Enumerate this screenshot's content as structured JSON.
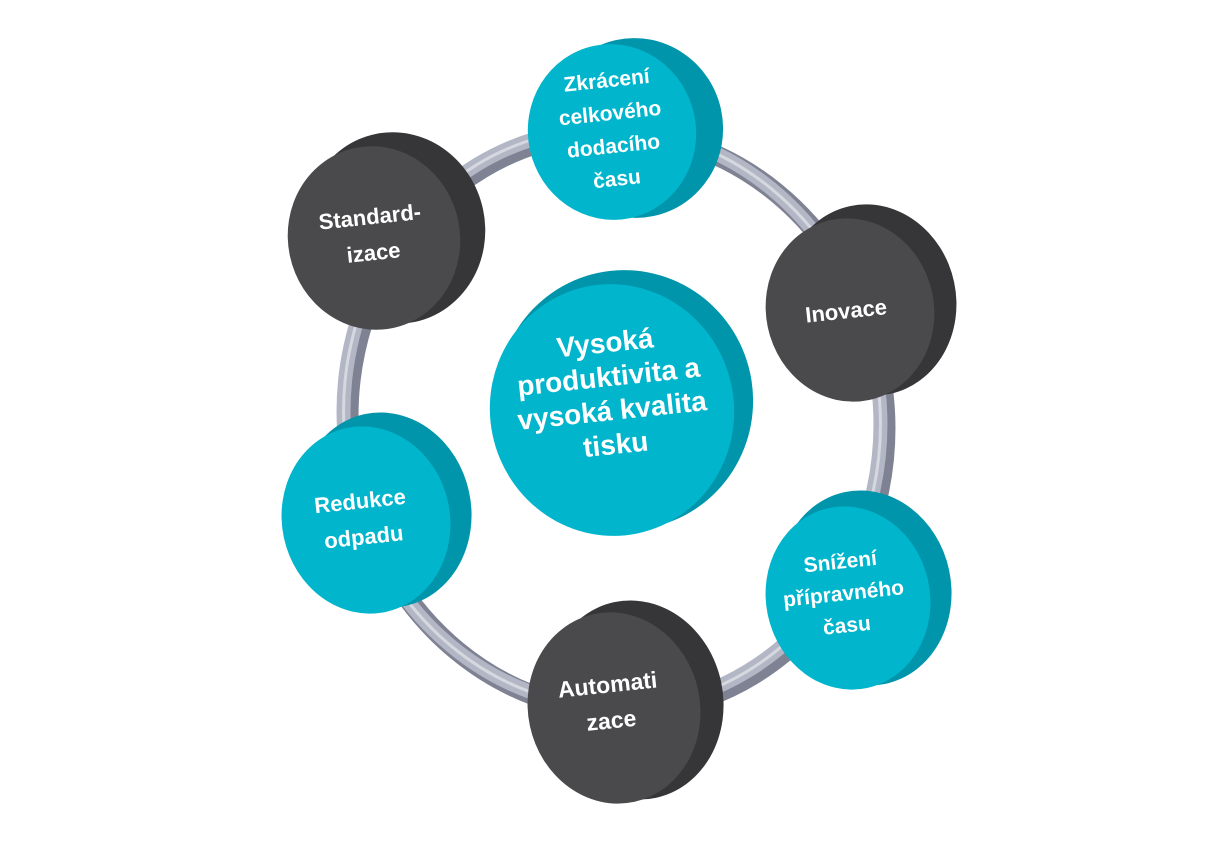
{
  "diagram": {
    "center_label": [
      "Vysoká",
      "produktivita a",
      "vysoká kvalita",
      "tisku"
    ],
    "nodes": [
      {
        "id": "zkraceni",
        "lines": [
          "Zkrácení",
          "celkového",
          "dodacího",
          "času"
        ],
        "color": "#00b5cc"
      },
      {
        "id": "inovace",
        "lines": [
          "Inovace"
        ],
        "color": "#4a4a4c"
      },
      {
        "id": "snizeni",
        "lines": [
          "Snížení",
          "přípravného",
          "času"
        ],
        "color": "#00b5cc"
      },
      {
        "id": "automatizace",
        "lines": [
          "Automati",
          "zace"
        ],
        "color": "#4a4a4c"
      },
      {
        "id": "redukce",
        "lines": [
          "Redukce",
          "odpadu"
        ],
        "color": "#00b5cc"
      },
      {
        "id": "standardizace",
        "lines": [
          "Standard-",
          "izace"
        ],
        "color": "#4a4a4c"
      }
    ],
    "colors": {
      "teal": "#00b5cc",
      "teal_side": "#0095aa",
      "dark": "#4a4a4c",
      "dark_side": "#363638",
      "ring": "#a9acbc",
      "ring_dark": "#7e8293"
    }
  }
}
